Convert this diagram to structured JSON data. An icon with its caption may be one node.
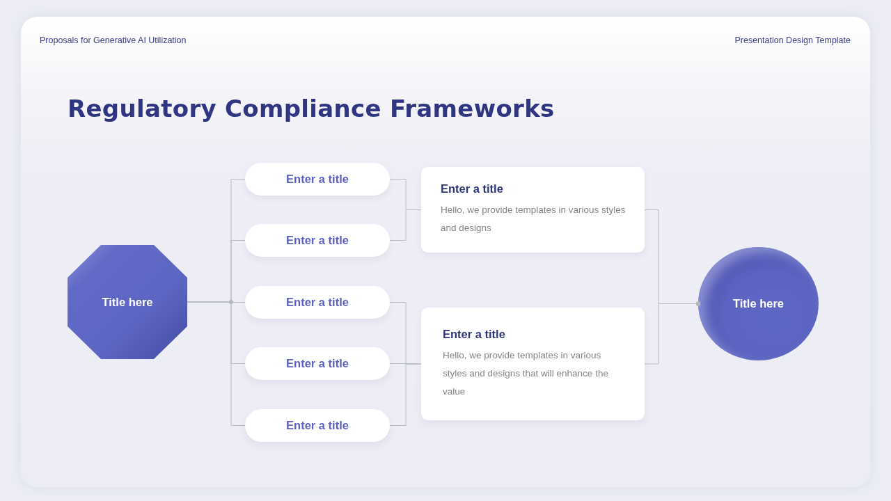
{
  "diagram": {
    "title": "Regulatory Compliance Frameworks",
    "nodes": [
      {
        "text": [
          "Title here"
        ]
      },
      {
        "text": [
          "Enter a title"
        ]
      },
      {
        "text": [
          "Enter a title"
        ]
      },
      {
        "text": [
          "Enter a title"
        ]
      },
      {
        "text": [
          "Enter a title"
        ]
      },
      {
        "text": [
          "Enter a title"
        ]
      },
      {
        "text": [
          "Enter a title",
          "Hello, we provide templates in various styles and designs"
        ]
      },
      {
        "text": [
          "Enter a title",
          "Hello, we provide templates in various styles and designs that will enhance the value"
        ]
      },
      {
        "text": [
          "Title here"
        ]
      }
    ],
    "edges": [
      {
        "from": 0,
        "to": 1,
        "arrow": "none"
      },
      {
        "from": 0,
        "to": 2,
        "arrow": "none"
      },
      {
        "from": 0,
        "to": 3,
        "arrow": "none"
      },
      {
        "from": 0,
        "to": 4,
        "arrow": "none"
      },
      {
        "from": 0,
        "to": 5,
        "arrow": "none"
      },
      {
        "from": 1,
        "to": 6,
        "arrow": "none"
      },
      {
        "from": 2,
        "to": 6,
        "arrow": "none"
      },
      {
        "from": 3,
        "to": 7,
        "arrow": "none"
      },
      {
        "from": 4,
        "to": 7,
        "arrow": "none"
      },
      {
        "from": 5,
        "to": 7,
        "arrow": "none"
      },
      {
        "from": 6,
        "to": 8,
        "arrow": "other"
      },
      {
        "from": 7,
        "to": 8,
        "arrow": "other"
      }
    ],
    "labels": [
      "Proposals for Generative AI Utilization",
      "Presentation Design Template"
    ]
  }
}
